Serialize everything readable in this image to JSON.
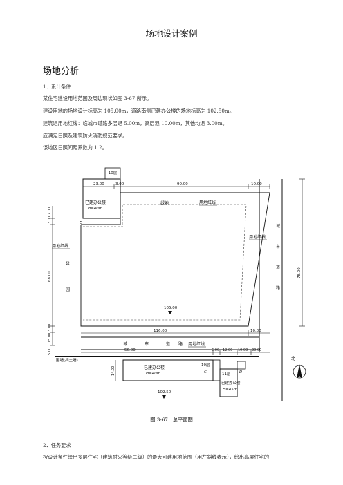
{
  "page": {
    "title": "场地设计案例",
    "section_heading": "场地分析",
    "item1_label": "1．设计条件",
    "para1": "某住宅建设用地范围及周边现状如图 3-67 所示。",
    "para2": "建设用地的场地设计标高为 105.00m，道路南侧已建办公楼的场地标高为 102.50m。",
    "para3": "建筑退用地红线：临城市道路多层退 5.00m，高层退 10.00m，其他均退 3.00m。",
    "para4": "应满足日照及建筑防火消防规范要求。",
    "para5": "该地区日照间距系数为 1.2。",
    "figure_caption": "图 3-67　总平面图",
    "item2_label": "2．任务要求",
    "para6": "按设计条件绘出多层住宅（建筑耐火等级二级）的最大可建用地范围（用左斜线表示），绘出高层住宅的"
  },
  "plan": {
    "top_floors": "10层",
    "top_building_name": "已建办公楼",
    "top_building_height": "H=40m",
    "dim_23": "23.00",
    "dim_3_top": "3.00",
    "dim_90": "90.00",
    "dim_10_top": "10.00",
    "dim_3_left": "3.00",
    "dim_7_left": "7.00",
    "dim_68": "68.00",
    "dim_3_bottom_left": "3.00",
    "dim_15": "15.00",
    "dim_5": "5.00",
    "dim_14": "14.00",
    "label_E": "E",
    "greenland": "绿地",
    "redline_top": "用地红线",
    "redline_left": "用地红线",
    "redline_right": "用地红线",
    "park": [
      "公",
      "园"
    ],
    "city_road_vertical": [
      "城",
      "市",
      "道",
      "路"
    ],
    "dim_78": "78.00",
    "site_elevation": "105.00",
    "dim_116": "116.00",
    "dim_10_mid": "10.00",
    "city_road_h": [
      "城",
      "市",
      "道",
      "路"
    ],
    "redline_road": "用地红线",
    "dim_56": "56.00",
    "dim_6": "6.00",
    "dim_12": "12.00",
    "dim_10_b": "10.00",
    "dim_30": "30.00",
    "wall_label": "围墙(挡土墙)",
    "bottom_building_name": "已建办公楼",
    "bottom_building_height": "H=40m",
    "bottom_floors": "10层",
    "label_C": "C",
    "label_D": "D",
    "small_floors": "11层",
    "small_building_name": "已建办公楼",
    "small_building_height": "H=45m",
    "bottom_elevation": "102.50",
    "north_label": "北"
  }
}
